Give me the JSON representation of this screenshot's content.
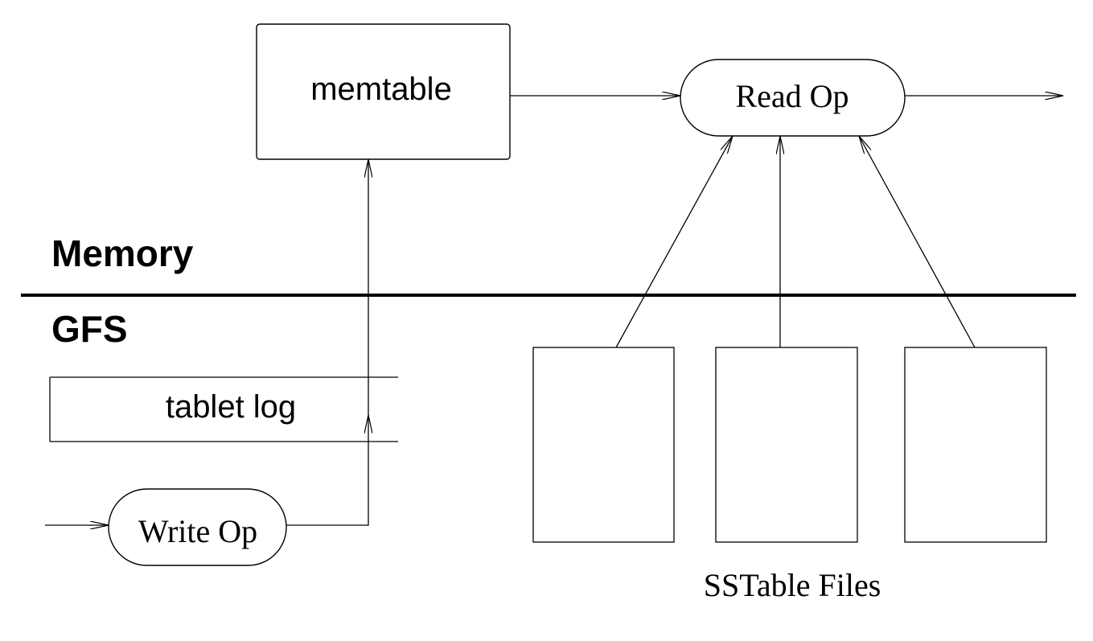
{
  "labels": {
    "memtable": "memtable",
    "read_op": "Read Op",
    "write_op": "Write Op",
    "tablet_log": "tablet log",
    "memory": "Memory",
    "gfs": "GFS",
    "sstable_files": "SSTable Files"
  },
  "colors": {
    "stroke": "#000000",
    "text": "#000000",
    "background": "#ffffff"
  }
}
